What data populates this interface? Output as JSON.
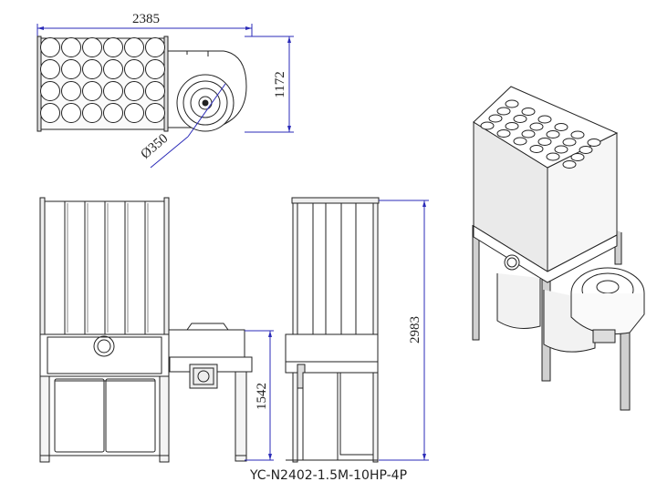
{
  "title": "YC-N2402-1.5M-10HP-4P",
  "dimensions": {
    "overall_width": "2385",
    "top_depth": "1172",
    "inlet_diameter": "Ø350",
    "overall_height": "2983",
    "inlet_height": "1542"
  },
  "colors": {
    "outline": "#222222",
    "dimension_line": "#2b2bb8",
    "frame": "#c8c8c8",
    "filter_fill": "#f2f2f2"
  }
}
